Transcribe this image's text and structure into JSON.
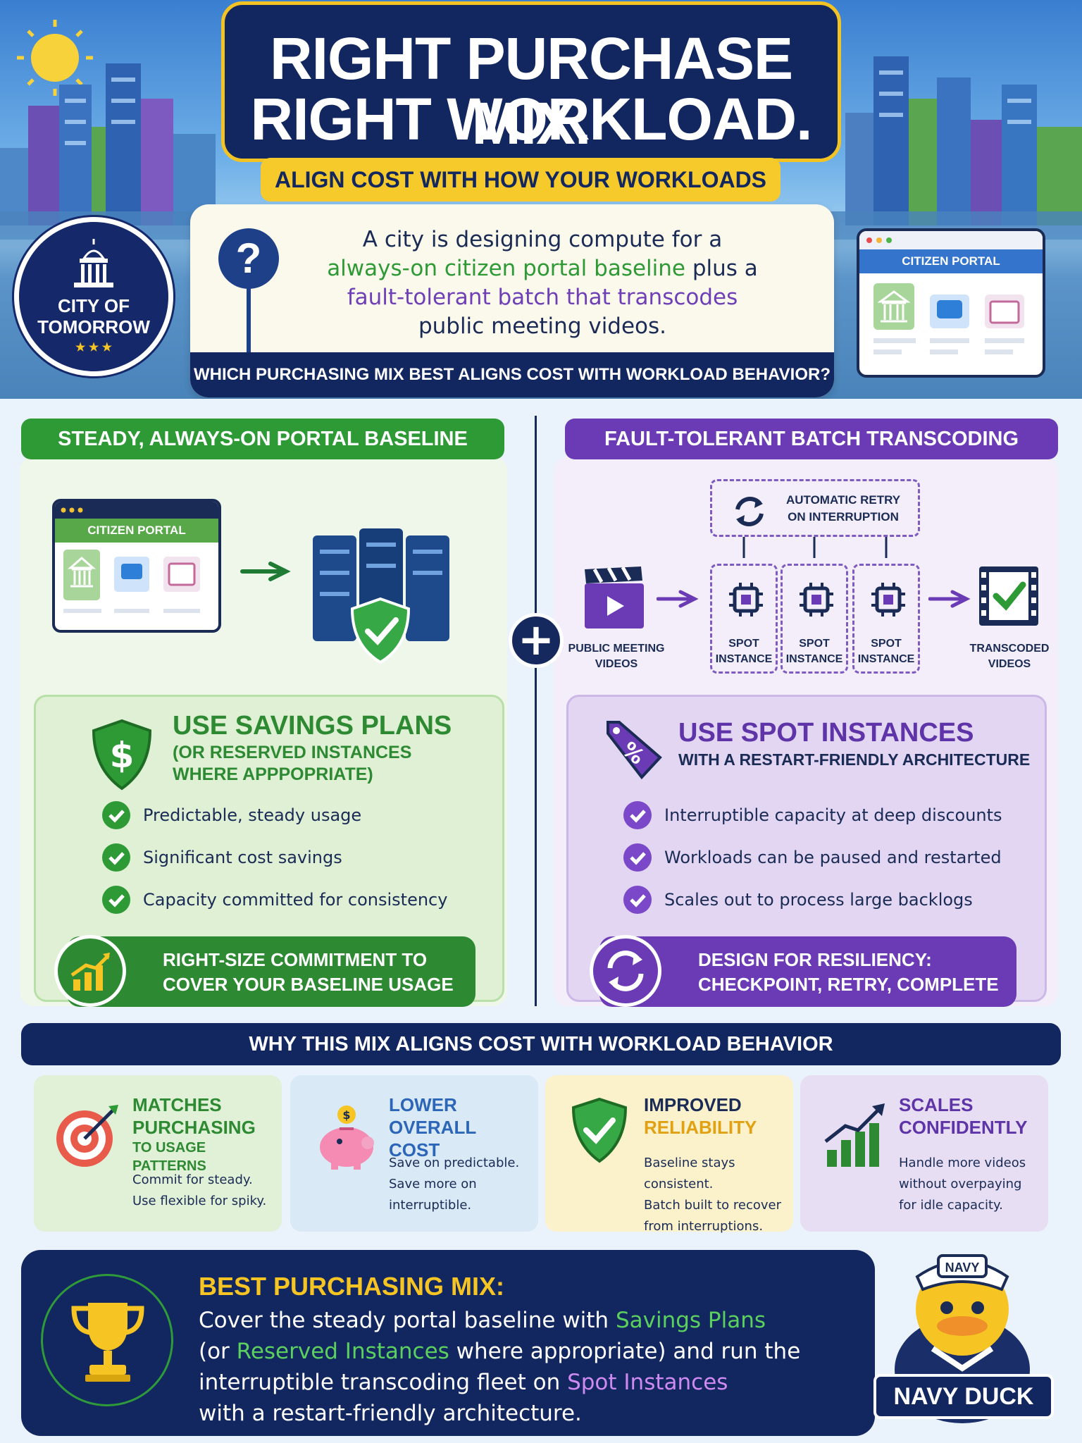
{
  "hero": {
    "title_line1": "RIGHT PURCHASE MIX.",
    "title_line2": "RIGHT WORKLOAD.",
    "subtitle": "ALIGN COST WITH HOW YOUR WORKLOADS RUN",
    "seal_line1": "CITY OF",
    "seal_line2": "TOMORROW",
    "seal_stars": "★ ★ ★",
    "portal_label": "CITIZEN PORTAL"
  },
  "question": {
    "icon": "?",
    "line1": "A city is designing compute for a",
    "line2_hl": "always-on citizen portal baseline",
    "line2_rest": " plus a",
    "line3_hl": "fault-tolerant batch",
    "line3_rest": " that transcodes",
    "line4": "public meeting videos.",
    "prompt": "WHICH PURCHASING MIX BEST ALIGNS COST WITH WORKLOAD BEHAVIOR?"
  },
  "left": {
    "header": "STEADY, ALWAYS-ON PORTAL BASELINE",
    "portal_label": "CITIZEN PORTAL",
    "rec_title": "USE SAVINGS PLANS",
    "rec_sub1": "(OR RESERVED INSTANCES",
    "rec_sub2": "WHERE APPPOPRIATE)",
    "bullets": [
      "Predictable, steady usage",
      "Significant cost savings",
      "Capacity committed for consistency"
    ],
    "cta_line1": "RIGHT-SIZE COMMITMENT TO",
    "cta_line2": "COVER YOUR BASELINE USAGE"
  },
  "right": {
    "header": "FAULT-TOLERANT BATCH TRANSCODING",
    "retry_line1": "AUTOMATIC RETRY",
    "retry_line2": "ON INTERRUPTION",
    "input_line1": "PUBLIC MEETING",
    "input_line2": "VIDEOS",
    "spot_line1": "SPOT",
    "spot_line2": "INSTANCE",
    "output_line1": "TRANSCODED",
    "output_line2": "VIDEOS",
    "rec_title": "USE SPOT INSTANCES",
    "rec_sub": "WITH A RESTART-FRIENDLY ARCHITECTURE",
    "bullets": [
      "Interruptible capacity at deep discounts",
      "Workloads can be paused and restarted",
      "Scales out to process large backlogs"
    ],
    "cta_line1": "DESIGN FOR RESILIENCY:",
    "cta_line2": "CHECKPOINT, RETRY, COMPLETE"
  },
  "why": {
    "banner": "WHY THIS MIX ALIGNS COST WITH WORKLOAD BEHAVIOR",
    "cards": [
      {
        "title1": "MATCHES",
        "title2": "PURCHASING",
        "title3": "TO USAGE PATTERNS",
        "body1": "Commit for steady.",
        "body2": "Use flexible for spiky.",
        "body3": ""
      },
      {
        "title1": "LOWER",
        "title2": "OVERALL COST",
        "title3": "",
        "body1": "Save on predictable.",
        "body2": "Save more on",
        "body3": "interruptible."
      },
      {
        "title1": "IMPROVED",
        "title2": "RELIABILITY",
        "title3": "",
        "body1": "Baseline stays consistent.",
        "body2": "Batch built to recover",
        "body3": "from interruptions."
      },
      {
        "title1": "SCALES",
        "title2": "CONFIDENTLY",
        "title3": "",
        "body1": "Handle more videos",
        "body2": "without overpaying",
        "body3": "for idle capacity."
      }
    ]
  },
  "best": {
    "title": "BEST PURCHASING MIX:",
    "t1": "Cover the steady portal baseline with ",
    "savings": "Savings Plans",
    "t2": "(or ",
    "reserved": "Reserved Instances",
    "t3": " where appropriate) and run the",
    "t4": "interruptible transcoding fleet on ",
    "spot": "Spot Instances",
    "t5": "with a restart-friendly architecture."
  },
  "mascot": {
    "hat": "NAVY",
    "banner": "NAVY DUCK"
  }
}
